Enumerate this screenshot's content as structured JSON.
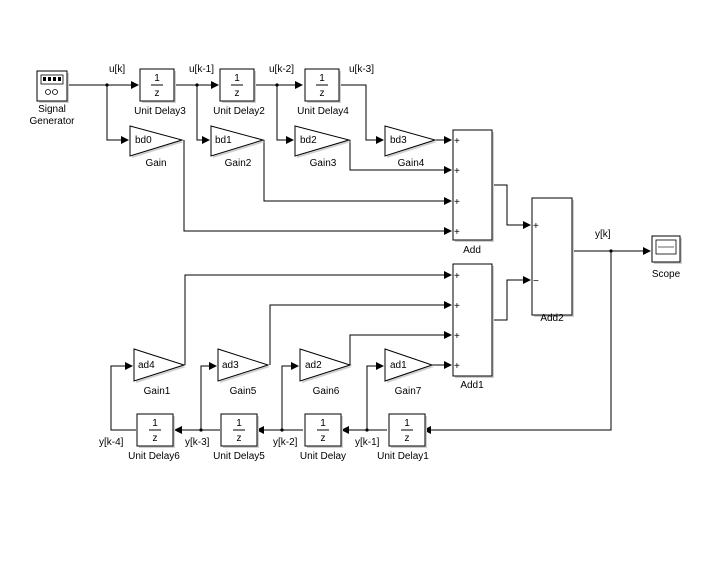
{
  "signals": {
    "uk": "u[k]",
    "uk1": "u[k-1]",
    "uk2": "u[k-2]",
    "uk3": "u[k-3]",
    "yk": "y[k]",
    "yk1": "y[k-1]",
    "yk2": "y[k-2]",
    "yk3": "y[k-3]",
    "yk4": "y[k-4]"
  },
  "blocks": {
    "signal_generator": {
      "line1": "Signal",
      "line2": "Generator"
    },
    "scope": {
      "label": "Scope"
    },
    "delay_num": "1",
    "delay_den": "z",
    "delays": {
      "d3": "Unit Delay3",
      "d2": "Unit Delay2",
      "d4": "Unit Delay4",
      "d6": "Unit Delay6",
      "d5": "Unit Delay5",
      "d": "Unit Delay",
      "d1": "Unit Delay1"
    },
    "gains": {
      "g": {
        "name": "Gain",
        "value": "bd0"
      },
      "g2": {
        "name": "Gain2",
        "value": "bd1"
      },
      "g3": {
        "name": "Gain3",
        "value": "bd2"
      },
      "g4": {
        "name": "Gain4",
        "value": "bd3"
      },
      "g1": {
        "name": "Gain1",
        "value": "ad4"
      },
      "g5": {
        "name": "Gain5",
        "value": "ad3"
      },
      "g6": {
        "name": "Gain6",
        "value": "ad2"
      },
      "g7": {
        "name": "Gain7",
        "value": "ad1"
      }
    },
    "sums": {
      "add": "Add",
      "add1": "Add1",
      "add2": "Add2"
    },
    "plus": "+",
    "minus": "−"
  }
}
